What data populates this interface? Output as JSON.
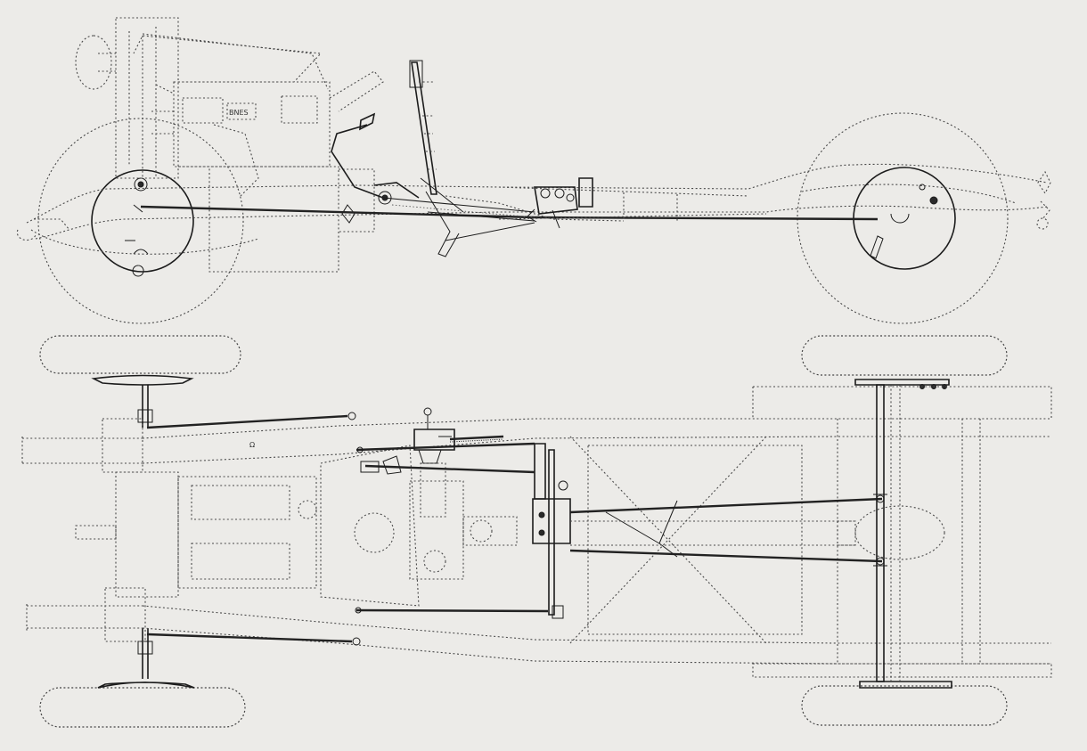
{
  "diagram": {
    "views": [
      "side-elevation",
      "plan-view"
    ],
    "engine_plate_text": "BNES",
    "frame_marking": "Ω",
    "ink_color": "#1c1c1c",
    "paper_color": "#ecebe8"
  }
}
